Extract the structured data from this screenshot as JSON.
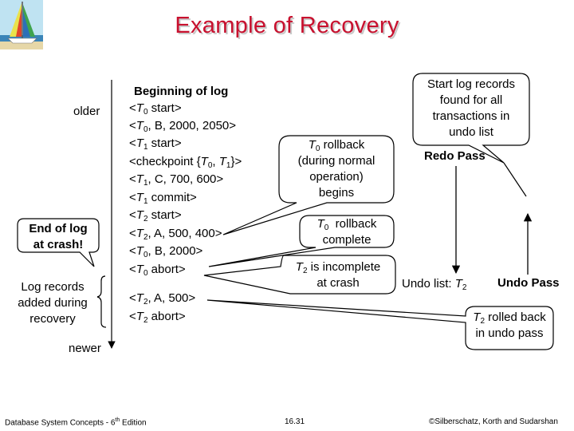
{
  "title": "Example of Recovery",
  "axis": {
    "older": "older",
    "newer": "newer"
  },
  "log_header": "Beginning of log",
  "log_records": [
    {
      "open": "<",
      "t": "T",
      "sub": "0",
      "rest": " start>"
    },
    {
      "open": "<",
      "t": "T",
      "sub": "0",
      "rest": ", B, 2000, 2050>"
    },
    {
      "open": "<",
      "t": "T",
      "sub": "1",
      "rest": " start>"
    },
    {
      "open": "<checkpoint {",
      "t": "T",
      "sub": "0",
      "rest": ", ",
      "t2": "T",
      "sub2": "1",
      "rest2": "}>"
    },
    {
      "open": "<",
      "t": "T",
      "sub": "1",
      "rest": ", C, 700, 600>"
    },
    {
      "open": "<",
      "t": "T",
      "sub": "1",
      "rest": " commit>"
    },
    {
      "open": "<",
      "t": "T",
      "sub": "2",
      "rest": " start>"
    },
    {
      "open": "<",
      "t": "T",
      "sub": "2",
      "rest": ", A, 500, 400>"
    },
    {
      "open": "<",
      "t": "T",
      "sub": "0",
      "rest": ", B, 2000>"
    },
    {
      "open": "<",
      "t": "T",
      "sub": "0",
      "rest": " abort>"
    },
    {
      "open": "<",
      "t": "T",
      "sub": "2",
      "rest": ", A, 500>"
    },
    {
      "open": "<",
      "t": "T",
      "sub": "2",
      "rest": " abort>"
    }
  ],
  "crash_box": {
    "line1": "End of log",
    "line2": "at crash!"
  },
  "recovery_label": [
    "Log records",
    "added during",
    "recovery"
  ],
  "callouts": {
    "t0_rollback": {
      "t": "T",
      "sub": "0",
      "l1": " rollback",
      "l2": "(during normal",
      "l3": "operation)",
      "l4": "begins"
    },
    "t0_complete": {
      "t": "T",
      "sub": "0",
      "l1": "  rollback",
      "l2": "complete"
    },
    "t2_incomplete": {
      "t": "T",
      "sub": "2",
      "l1": " is incomplete",
      "l2": "at crash"
    },
    "start_records": [
      "Start log records",
      "found for all",
      "transactions in",
      "undo list"
    ],
    "t2_rolled": {
      "t": "T",
      "sub": "2",
      "l1": " rolled back",
      "l2": "in undo pass"
    }
  },
  "passes": {
    "redo": "Redo Pass",
    "undo": "Undo Pass",
    "undo_list_label": "Undo list: ",
    "undo_list_t": "T",
    "undo_list_sub": "2"
  },
  "footer": {
    "left_prefix": "Database System Concepts - 6",
    "left_sup": "th",
    "left_suffix": " Edition",
    "center": "16.31",
    "right": "©Silberschatz, Korth and Sudarshan"
  }
}
